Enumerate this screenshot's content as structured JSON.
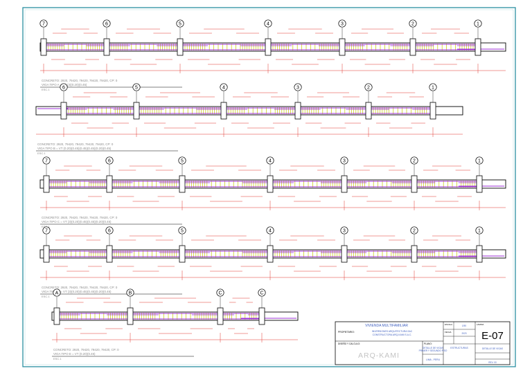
{
  "colors": {
    "frame": "#2a8fa0",
    "dimension": "#e0342c",
    "bar": "#9b2fd6",
    "stirrup": "#c8c800",
    "beam": "#000000",
    "note": "#8a8a8a",
    "titleblock_text": "#4060c0"
  },
  "beams": [
    {
      "axes": [
        "7",
        "6",
        "5",
        "4",
        "3",
        "2",
        "1"
      ],
      "note1": "CONCRETO: 2920, 79420, 79420, 79420, 79420, CP: 0",
      "note2": "VIGA TIPO A = VT (3)(0.20)(0.45)",
      "note3": "ESC.1"
    },
    {
      "axes": [
        "6",
        "5",
        "4",
        "3",
        "2",
        "1"
      ],
      "note1": "CONCRETO: 2920, 79420, 79420, 79420, 79420, CP: 0",
      "note2": "VIGA TIPO B = VT (0.20)(0.45)(0.45)(0.45)(0.20)(0.45)",
      "note3": "ESC.1"
    },
    {
      "axes": [
        "7",
        "6",
        "5",
        "4",
        "3",
        "2",
        "1"
      ],
      "note1": "CONCRETO: 2920, 79420, 79420, 79420, 79420, CP: 0",
      "note2": "VIGA TIPO C = VT (3)(0.20)(0.45)(0.45)(0.20)(0.45)",
      "note3": "ESC.1"
    },
    {
      "axes": [
        "7",
        "6",
        "5",
        "4",
        "3",
        "2",
        "1"
      ],
      "note1": "CONCRETO: 2920, 79420, 79420, 79420, 79420, CP: 0",
      "note2": "VIGA TIPO D = VT (3)(0.20)(0.45)(0.45)(0.20)(0.45)",
      "note3": "ESC.1"
    },
    {
      "axes": [
        "A",
        "B",
        "C",
        "C"
      ],
      "note1": "CONCRETO: 2920, 79420, 79420, 79420, CP: 0",
      "note2": "VIGA TIPO E = VT (0.20)(0.45)",
      "note3": "ESC.1"
    }
  ],
  "titleblock": {
    "project": "VIVIENDA MULTIFAMILIAR",
    "owner_label": "PROPIETARIO:",
    "owner_lines": [
      "INVERSIONES ARQUITECTURA SAC",
      "CONSTRUCTORA ARQ-KAMI S.A.C."
    ],
    "designer_label": "DISEÑO Y CALCULO:",
    "company": "ARQ-KAMI",
    "drawing_label": "PLANO:",
    "drawing_lines": [
      "DETALLE DE VIGAS",
      "PRIMER Y SEGUNDO PISO"
    ],
    "location": "LIMA - PERU",
    "specialty": "ESTRUCTURAS",
    "scale_label": "ESCALA",
    "scale_value": "1/50",
    "date_label": "FECHA",
    "date_value": "2023",
    "sheet_label": "LAMINA",
    "sheet_number": "E-07",
    "sheet_note": "DETALLE DE VIGAS",
    "revision": "REV. 00"
  }
}
